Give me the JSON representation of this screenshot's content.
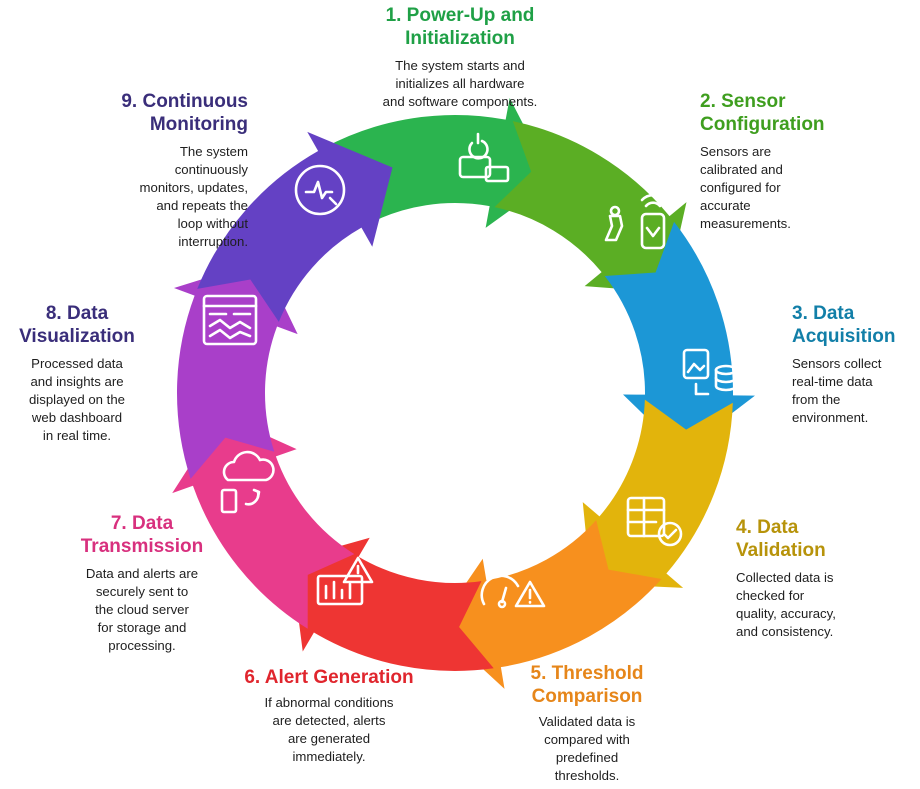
{
  "steps": [
    {
      "title": [
        "1. Power-Up and",
        "Initialization"
      ],
      "description": [
        "The system starts and",
        "initializes all hardware",
        "and software components."
      ],
      "color": "#2BB44F",
      "icon": "power-devices-icon"
    },
    {
      "title": [
        "2. Sensor",
        "Configuration"
      ],
      "description": [
        "Sensors are",
        "calibrated and",
        "configured for",
        "accurate",
        "measurements."
      ],
      "color": "#5BAE24",
      "icon": "sensor-calibration-icon"
    },
    {
      "title": [
        "3. Data",
        "Acquisition"
      ],
      "description": [
        "Sensors collect",
        "real-time data",
        "from the",
        "environment."
      ],
      "color": "#1C97D6",
      "icon": "data-collection-icon"
    },
    {
      "title": [
        "4. Data",
        "Validation"
      ],
      "description": [
        "Collected data is",
        "checked for",
        "quality, accuracy,",
        "and consistency."
      ],
      "color": "#E2B40C",
      "icon": "checklist-icon"
    },
    {
      "title": [
        "5. Threshold",
        "Comparison"
      ],
      "description": [
        "Validated data is",
        "compared with",
        "predefined",
        "thresholds."
      ],
      "color": "#F7901E",
      "icon": "gauge-warning-icon"
    },
    {
      "title": [
        "6. Alert Generation"
      ],
      "description": [
        "If abnormal conditions",
        "are detected, alerts",
        "are generated",
        "immediately."
      ],
      "color": "#EE3533",
      "icon": "alert-chart-icon"
    },
    {
      "title": [
        "7. Data",
        "Transmission"
      ],
      "description": [
        "Data and alerts are",
        "securely sent to",
        "the cloud server",
        "for storage and",
        "processing."
      ],
      "color": "#E83C8C",
      "icon": "cloud-upload-icon"
    },
    {
      "title": [
        "8. Data",
        "Visualization"
      ],
      "description": [
        "Processed data",
        "and insights are",
        "displayed on the",
        "web dashboard",
        "in real time."
      ],
      "color": "#A93FC9",
      "icon": "dashboard-icon"
    },
    {
      "title": [
        "9. Continuous",
        "Monitoring"
      ],
      "description": [
        "The system",
        "continuously",
        "monitors, updates,",
        "and repeats the",
        "loop without",
        "interruption."
      ],
      "color": "#6441C4",
      "icon": "monitor-gauge-icon"
    }
  ],
  "title_colors": {
    "1": "#1FA046",
    "2": "#3F9E1F",
    "3": "#127FA8",
    "4": "#B7930A",
    "5": "#E6861A",
    "6": "#E0252D",
    "7": "#D8307E",
    "8": "#3A2E7A",
    "9": "#3A2E7A"
  }
}
